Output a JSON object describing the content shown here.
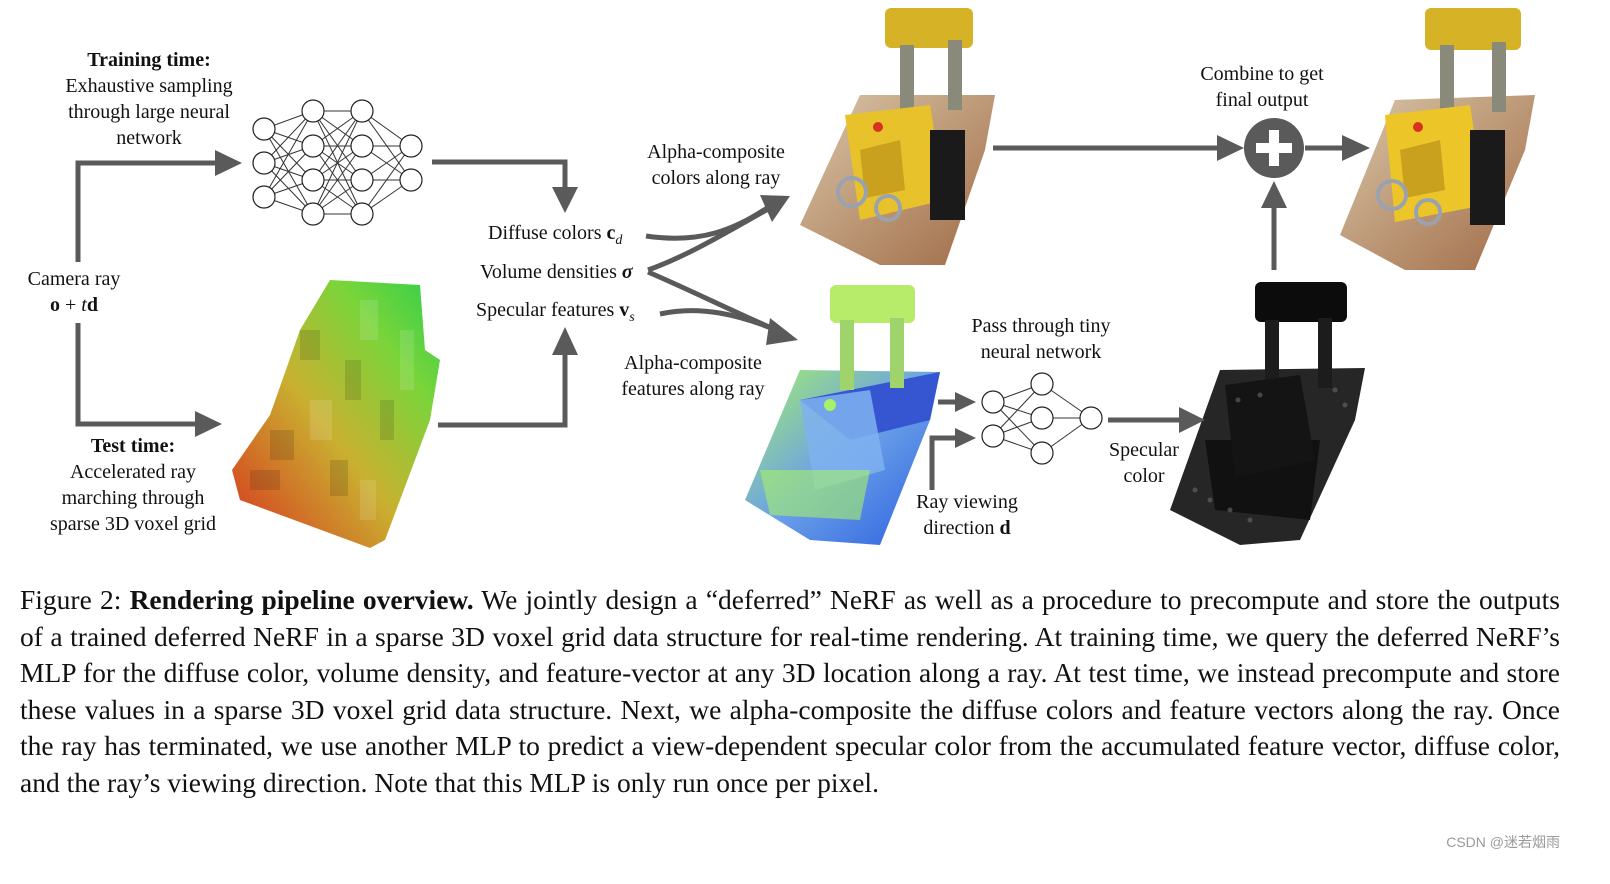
{
  "diagram": {
    "training": {
      "title": "Training time:",
      "line1": "Exhaustive sampling",
      "line2": "through large neural",
      "line3": "network"
    },
    "camera": {
      "line1": "Camera ray",
      "expr_o": "o",
      "expr_plus": " + ",
      "expr_t": "t",
      "expr_d": "d"
    },
    "test": {
      "title": "Test time:",
      "line1": "Accelerated ray",
      "line2": "marching through",
      "line3": "sparse 3D voxel grid"
    },
    "outputs": {
      "diffuse": "Diffuse colors ",
      "diffuse_sym": "c",
      "diffuse_sub": "d",
      "density": "Volume densities ",
      "density_sym": "σ",
      "specular": "Specular features ",
      "specular_sym": "v",
      "specular_sub": "s"
    },
    "alpha_colors": {
      "line1": "Alpha-composite",
      "line2": "colors along ray"
    },
    "alpha_features": {
      "line1": "Alpha-composite",
      "line2": "features along ray"
    },
    "combine": {
      "line1": "Combine to get",
      "line2": "final output"
    },
    "tiny": {
      "line1": "Pass through tiny",
      "line2": "neural network"
    },
    "ray_dir": {
      "line1": "Ray viewing",
      "line2": "direction ",
      "sym": "d"
    },
    "spec_color": {
      "line1": "Specular",
      "line2": "color"
    }
  },
  "caption": {
    "prefix": "Figure 2: ",
    "bold": "Rendering pipeline overview.",
    "body": "  We jointly design a “deferred” NeRF as well as a procedure to precompute and store the outputs of a trained deferred NeRF in a sparse 3D voxel grid data structure for real-time rendering.  At training time, we query the deferred NeRF’s MLP for the diffuse color, volume density, and feature-vector at any 3D location along a ray.  At test time, we instead precompute and store these values in a sparse 3D voxel grid data structure.  Next, we alpha-composite the diffuse colors and feature vectors along the ray. Once the ray has terminated, we use another MLP to predict a view-dependent specular color from the accumulated feature vector, diffuse color, and the ray’s viewing direction. Note that this MLP is only run once per pixel."
  },
  "watermark": "CSDN @迷若烟雨",
  "colors": {
    "arrow": "#5a5a5a",
    "lego_yellow": "#e8c22a",
    "voxel_green": "#5fd13a",
    "voxel_red": "#d8321e"
  }
}
